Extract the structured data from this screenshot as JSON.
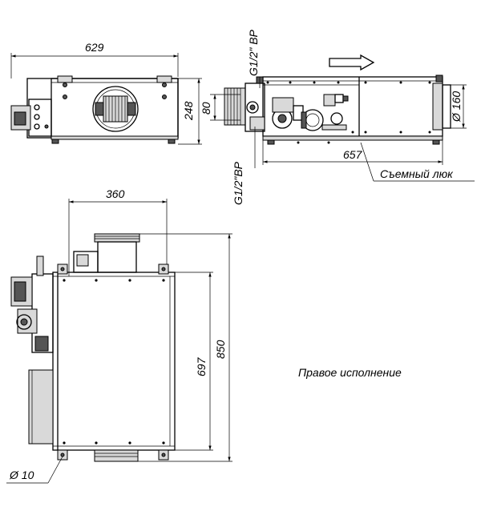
{
  "dimensions": {
    "top_width": "629",
    "top_height": "248",
    "top_80": "80",
    "diameter_160": "Ø 160",
    "length_657": "657",
    "width_360": "360",
    "inner_697": "697",
    "overall_850": "850",
    "hole_diameter": "Ø 10"
  },
  "labels": {
    "thread_top": "G1/2\" ВР",
    "thread_bottom": "G1/2\"ВР",
    "removable_hatch": "Съемный люк",
    "right_version": "Правое исполнение"
  }
}
